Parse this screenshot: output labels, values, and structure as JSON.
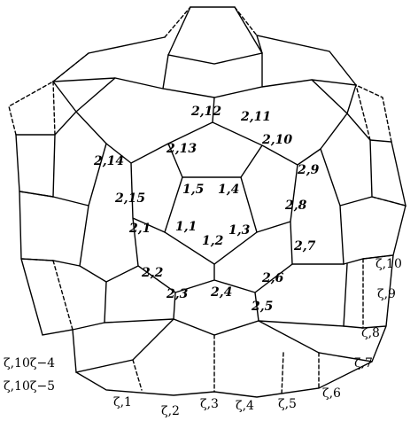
{
  "labels": {
    "inner": [
      "1,1",
      "1,2",
      "1,3",
      "1,4",
      "1,5"
    ],
    "ring2": [
      "2,1",
      "2,2",
      "2,3",
      "2,4",
      "2,5",
      "2,6",
      "2,7",
      "2,8",
      "2,9",
      "2,10",
      "2,11",
      "2,12",
      "2,13",
      "2,14",
      "2,15"
    ],
    "zeta": [
      "ζ,1",
      "ζ,2",
      "ζ,3",
      "ζ,4",
      "ζ,5",
      "ζ,6",
      "ζ,7",
      "ζ,8",
      "ζ,9",
      "ζ,10"
    ],
    "zeta_last": [
      "ζ,10ζ−4",
      "ζ,10ζ−5"
    ]
  }
}
